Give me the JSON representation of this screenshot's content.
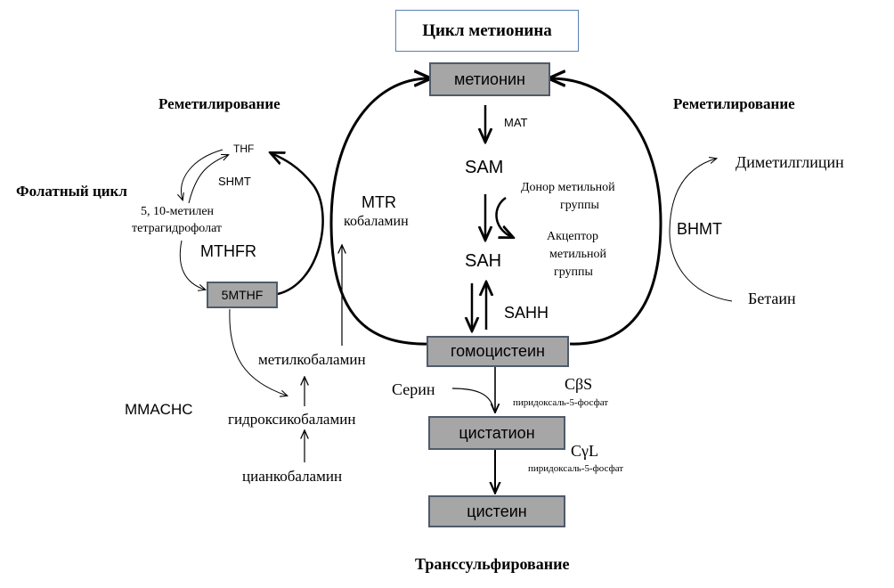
{
  "title": "Цикл метионина",
  "remethylation_left": "Реметилирование",
  "remethylation_right": "Реметилирование",
  "folate_cycle": "Фолатный цикл",
  "transsulfuration": "Транссульфирование",
  "nodes": {
    "methionine": "метионин",
    "sam": "SAM",
    "sah": "SAH",
    "homocysteine": "гомоцистеин",
    "cystathionine": "цистатион",
    "cysteine": "цистеин",
    "thf": "THF",
    "methylene_thf_line1": "5, 10-метилен",
    "methylene_thf_line2": "тетрагидрофолат",
    "mthf5": "5MTHF",
    "methylcobalamin": "метилкобаламин",
    "hydroxocobalamin": "гидроксикобаламин",
    "cyanocobalamin": "цианкобаламин",
    "dimethylglycine": "Диметилглицин",
    "betaine": "Бетаин",
    "serine": "Серин"
  },
  "enzymes": {
    "mat": "MAT",
    "sahh": "SAHH",
    "shmt": "SHMT",
    "mthfr": "MTHFR",
    "mtr": "MTR",
    "cobalamin": "кобаламин",
    "mmachc": "MMACHC",
    "bhmt": "BHMT",
    "cbs": "CβS",
    "cgl": "CγL",
    "plp_1": "пиридоксаль-5-фосфат",
    "plp_2": "пиридоксаль-5-фосфат"
  },
  "annotations": {
    "donor_line1": "Донор метильной",
    "donor_line2": "группы",
    "acceptor_line1": "Акцептор",
    "acceptor_line2": "метильной",
    "acceptor_line3": "группы"
  }
}
